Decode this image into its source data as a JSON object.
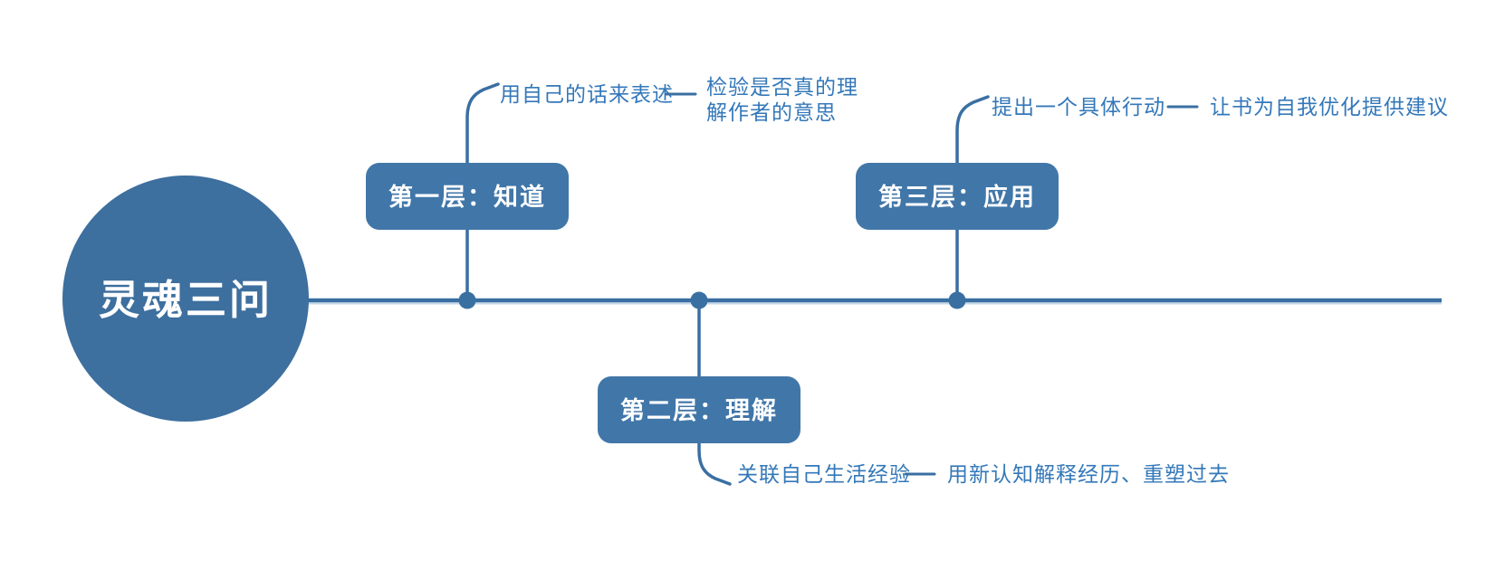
{
  "diagram": {
    "title": "reading-levels-mindmap",
    "root": {
      "label": "灵魂三问"
    },
    "nodes": [
      {
        "label": "第一层：知道",
        "branch": "above",
        "note": "用自己的话来表述",
        "detail": "检验是否真的理解作者的意思",
        "detail_lines": [
          "检验是否真的理",
          "解作者的意思"
        ]
      },
      {
        "label": "第二层：理解",
        "branch": "below",
        "note": "关联自己生活经验",
        "detail": "用新认知解释经历、重塑过去"
      },
      {
        "label": "第三层：应用",
        "branch": "above",
        "note": "提出一个具体行动",
        "detail": "让书为自我优化提供建议"
      }
    ],
    "colors": {
      "root_fill": "#3D6F9F",
      "node_fill": "#4176A8",
      "line": "#3A6FA2",
      "annotation_text": "#3478B9",
      "node_text": "#FFFFFF",
      "background": "#FFFFFF"
    }
  }
}
